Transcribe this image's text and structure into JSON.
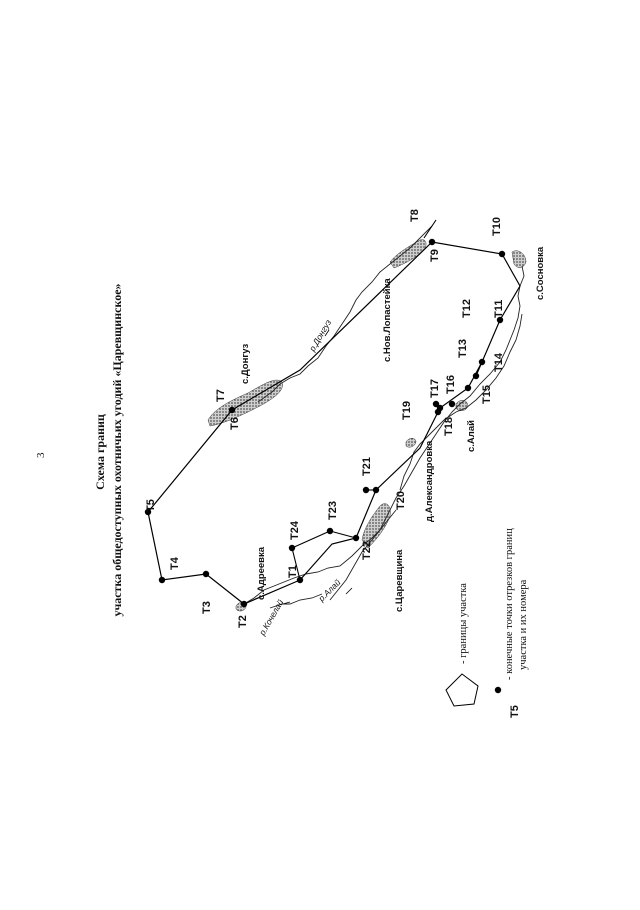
{
  "page_number": "3",
  "title": {
    "line1": "Схема границ",
    "line2": "участка общедоступных охотничьих угодий «Царевщинское»"
  },
  "points": [
    {
      "id": "T1",
      "label": "T1"
    },
    {
      "id": "T2",
      "label": "T2"
    },
    {
      "id": "T3",
      "label": "T3"
    },
    {
      "id": "T4",
      "label": "T4"
    },
    {
      "id": "T5",
      "label": "T5"
    },
    {
      "id": "T6",
      "label": "T6"
    },
    {
      "id": "T7",
      "label": "T7"
    },
    {
      "id": "T8",
      "label": "T8"
    },
    {
      "id": "T9",
      "label": "T9"
    },
    {
      "id": "T10",
      "label": "T10"
    },
    {
      "id": "T11",
      "label": "T11"
    },
    {
      "id": "T12",
      "label": "T12"
    },
    {
      "id": "T13",
      "label": "T13"
    },
    {
      "id": "T14",
      "label": "T14"
    },
    {
      "id": "T15",
      "label": "T15"
    },
    {
      "id": "T16",
      "label": "T16"
    },
    {
      "id": "T17",
      "label": "T17"
    },
    {
      "id": "T18",
      "label": "T18"
    },
    {
      "id": "T19",
      "label": "T19"
    },
    {
      "id": "T20",
      "label": "T20"
    },
    {
      "id": "T21",
      "label": "T21"
    },
    {
      "id": "T22",
      "label": "T22"
    },
    {
      "id": "T23",
      "label": "T23"
    },
    {
      "id": "T24",
      "label": "T24"
    }
  ],
  "settlements": [
    {
      "id": "adreevka",
      "label": "с.Адреевка"
    },
    {
      "id": "dongyz",
      "label": "с.Донгуз"
    },
    {
      "id": "nov_lopasteyka",
      "label": "с.Нов.Лопастейка"
    },
    {
      "id": "sosnovka",
      "label": "с.Сосновка"
    },
    {
      "id": "alai",
      "label": "с.Алай"
    },
    {
      "id": "aleksandrovka",
      "label": "д.Александровка"
    },
    {
      "id": "tsarevshchina",
      "label": "с.Царевщина"
    }
  ],
  "rivers": [
    {
      "id": "kochelai",
      "label": "р.Кочелай"
    },
    {
      "id": "alai",
      "label": "р.Алай"
    },
    {
      "id": "dongyz",
      "label": "р.Донгуз"
    }
  ],
  "legend": {
    "boundary_text": "- границы участка",
    "points_label": "T5",
    "points_text_line1": "- конечные точки отрезков границ",
    "points_text_line2": "участка и их номера"
  },
  "colors": {
    "ink": "#111111",
    "settlement_fill": "#9a9a9a"
  }
}
